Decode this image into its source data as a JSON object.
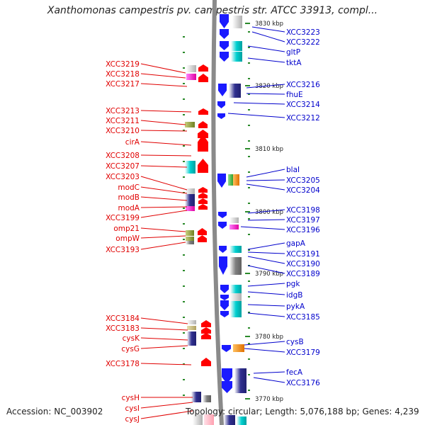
{
  "title": "Xanthomonas campestris pv. campestris str. ATCC 33913, compl...",
  "footer": {
    "accession": "Accession: NC_003902",
    "topology": "Topology: circular; Length: 5,076,188 bp; Genes: 4,239"
  },
  "colors": {
    "backbone": "#888888",
    "left_label": "#e00000",
    "right_label": "#0000cc",
    "tick": "#2a8a2a",
    "red_gene": "#ff0000",
    "blue_gene": "#1a1aff"
  },
  "ticks": [
    "3830 kbp",
    "3820 kbp",
    "3810 kbp",
    "3800 kbp",
    "3790 kbp",
    "3780 kbp",
    "3770 kbp"
  ],
  "left_genes": [
    "XCC3219",
    "XCC3218",
    "XCC3217",
    "XCC3213",
    "XCC3211",
    "XCC3210",
    "cirA",
    "XCC3208",
    "XCC3207",
    "XCC3203",
    "modC",
    "modB",
    "modA",
    "XCC3199",
    "omp21",
    "ompW",
    "XCC3193",
    "XCC3184",
    "XCC3183",
    "cysK",
    "cysG",
    "XCC3178",
    "cysH",
    "cysI",
    "cysJ"
  ],
  "right_genes": [
    "XCC3223",
    "XCC3222",
    "gltP",
    "tktA",
    "XCC3216",
    "fhuE",
    "XCC3214",
    "XCC3212",
    "blaI",
    "XCC3205",
    "XCC3204",
    "XCC3198",
    "XCC3197",
    "XCC3196",
    "gapA",
    "XCC3191",
    "XCC3190",
    "XCC3189",
    "pgk",
    "idgB",
    "pykA",
    "XCC3185",
    "cysB",
    "XCC3179",
    "fecA",
    "XCC3176"
  ]
}
